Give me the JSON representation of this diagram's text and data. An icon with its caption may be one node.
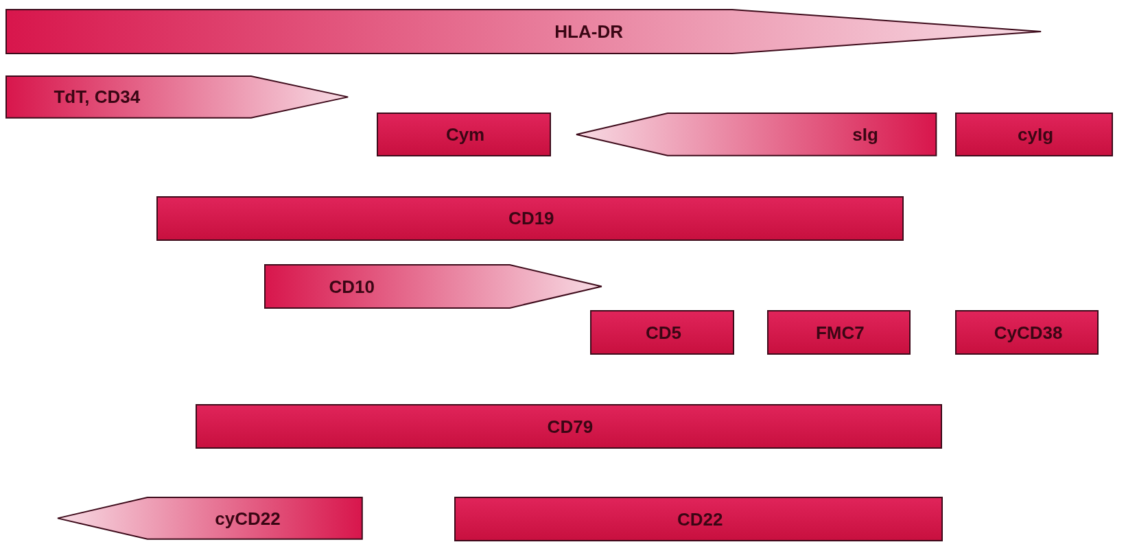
{
  "diagram": {
    "nodes": [
      {
        "text": [
          "HLA-DR"
        ]
      },
      {
        "text": [
          "TdT, CD34"
        ]
      },
      {
        "text": [
          "Cym"
        ]
      },
      {
        "text": [
          "sIg"
        ]
      },
      {
        "text": [
          "cyIg"
        ]
      },
      {
        "text": [
          "CD19"
        ]
      },
      {
        "text": [
          "CD10"
        ]
      },
      {
        "text": [
          "CD5"
        ]
      },
      {
        "text": [
          "FMC7"
        ]
      },
      {
        "text": [
          "CyCD38"
        ]
      },
      {
        "text": [
          "CD79"
        ]
      },
      {
        "text": [
          "cyCD22"
        ]
      },
      {
        "text": [
          "CD22"
        ]
      }
    ]
  }
}
